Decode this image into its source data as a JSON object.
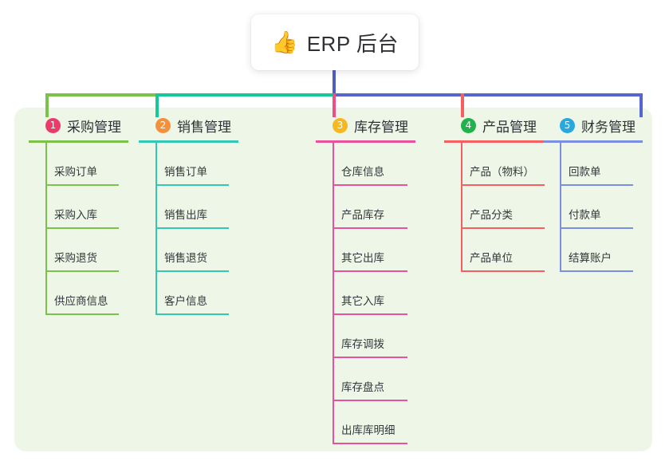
{
  "root": {
    "icon": "thumbs-up-icon",
    "icon_glyph": "👍",
    "title": "ERP 后台"
  },
  "colors": {
    "panel_bg": "#eef7e7",
    "root_stem": "#4c5ec4",
    "bus_green": "#7cc14a",
    "bus_teal": "#16c79a",
    "bus_blue": "#5566cc"
  },
  "columns": [
    {
      "index": "1",
      "title": "采购管理",
      "badge_color": "#ec3a6b",
      "line_color": "#7cc14a",
      "items": [
        {
          "label": "采购订单"
        },
        {
          "label": "采购入库"
        },
        {
          "label": "采购退货"
        },
        {
          "label": "供应商信息"
        }
      ]
    },
    {
      "index": "2",
      "title": "销售管理",
      "badge_color": "#f5903a",
      "line_color": "#35c6b4",
      "items": [
        {
          "label": "销售订单"
        },
        {
          "label": "销售出库"
        },
        {
          "label": "销售退货"
        },
        {
          "label": "客户信息"
        }
      ]
    },
    {
      "index": "3",
      "title": "库存管理",
      "badge_color": "#f5b820",
      "line_color": "#e8519c",
      "items": [
        {
          "label": "仓库信息"
        },
        {
          "label": "产品库存"
        },
        {
          "label": "其它出库"
        },
        {
          "label": "其它入库"
        },
        {
          "label": "库存调拨"
        },
        {
          "label": "库存盘点"
        },
        {
          "label": "出库库明细"
        }
      ]
    },
    {
      "index": "4",
      "title": "产品管理",
      "badge_color": "#21b24b",
      "line_color": "#f4605f",
      "items": [
        {
          "label": "产品（物料）"
        },
        {
          "label": "产品分类"
        },
        {
          "label": "产品单位"
        }
      ]
    },
    {
      "index": "5",
      "title": "财务管理",
      "badge_color": "#29a8e0",
      "line_color": "#7b8fe0",
      "items": [
        {
          "label": "回款单"
        },
        {
          "label": "付款单"
        },
        {
          "label": "结算账户"
        }
      ]
    }
  ]
}
